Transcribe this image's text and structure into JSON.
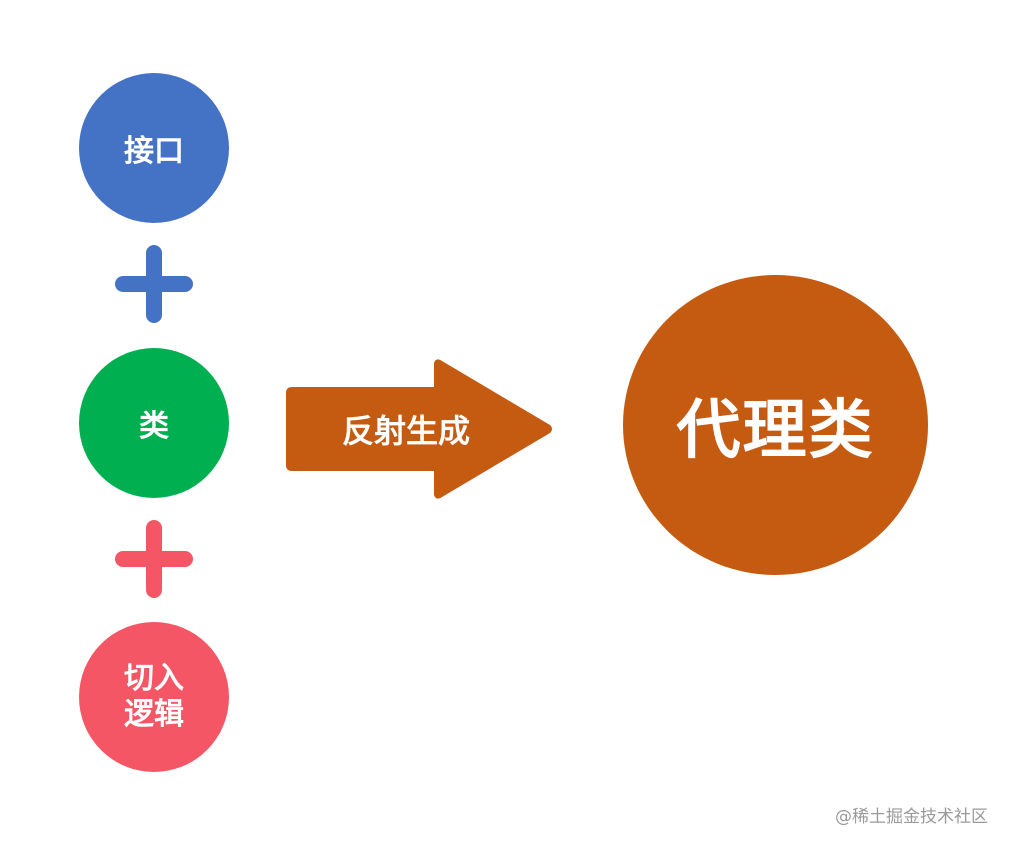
{
  "diagram": {
    "nodes": {
      "interface": {
        "label": "接口",
        "color": "#4472C4"
      },
      "class": {
        "label": "类",
        "color": "#00B050"
      },
      "logic": {
        "label_line1": "切入",
        "label_line2": "逻辑",
        "color": "#F45665"
      },
      "proxy": {
        "label": "代理类",
        "color": "#C55A11"
      }
    },
    "plus_signs": [
      {
        "color": "#4472C4"
      },
      {
        "color": "#F45665"
      }
    ],
    "arrow": {
      "label": "反射生成",
      "color": "#C55A11"
    }
  },
  "watermark": "@稀土掘金技术社区"
}
